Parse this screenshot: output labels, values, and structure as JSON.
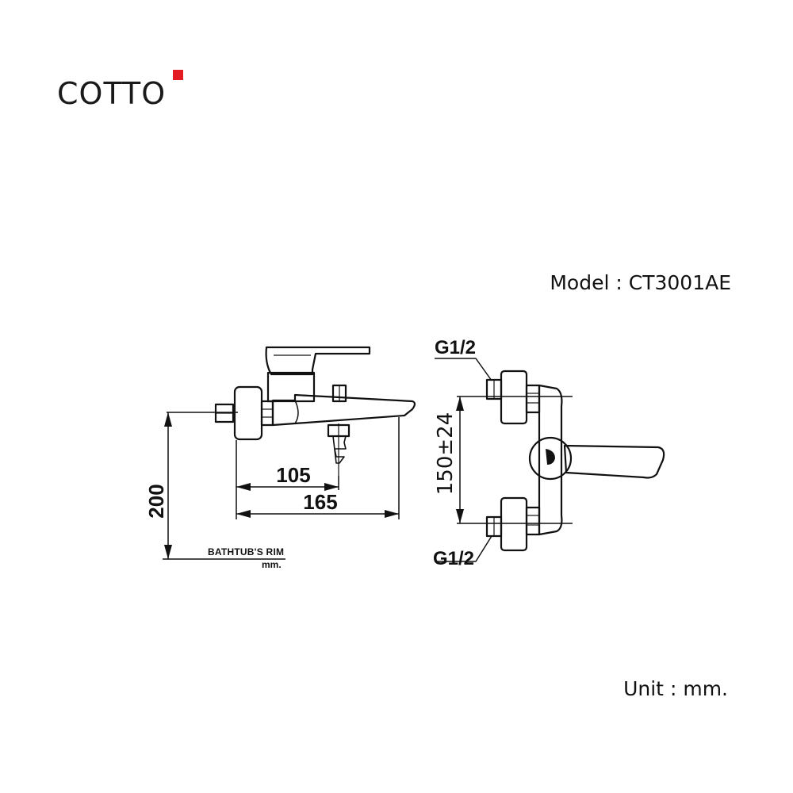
{
  "brand": {
    "name": "COTTO",
    "accent_color": "#e31b23"
  },
  "model": {
    "label": "Model",
    "separator": ":",
    "value": "CT3001AE"
  },
  "unit": {
    "label": "Unit",
    "separator": ":",
    "value": "mm."
  },
  "side_view": {
    "dim_height": "200",
    "dim_outlet": "105",
    "dim_depth": "165",
    "rim_label": "BATHTUB'S RIM",
    "rim_unit": "mm."
  },
  "front_view": {
    "thread_top": "G1/2",
    "thread_bottom": "G1/2",
    "dim_centers": "150±24"
  }
}
